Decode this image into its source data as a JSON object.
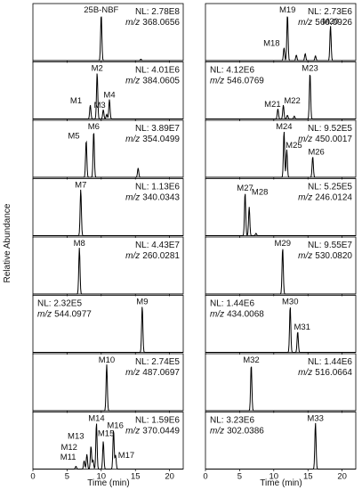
{
  "figure": {
    "ylabel": "Relative Abundance",
    "xlabel": "Time (min)",
    "x_ticks": [
      0,
      5,
      10,
      15,
      20
    ]
  },
  "chart_data": [
    {
      "type": "line",
      "column": "left",
      "row": 0,
      "nl": "NL: 2.78E8",
      "mz_prefix": "m/z",
      "mz": "368.0656",
      "xlim": [
        0,
        22
      ],
      "peaks": [
        {
          "label": "25B-NBF",
          "rt": 10.0,
          "h": 1.0
        }
      ],
      "baseline_bumps": [
        {
          "rt": 15.8,
          "h": 0.03
        }
      ]
    },
    {
      "type": "line",
      "column": "left",
      "row": 1,
      "nl": "NL: 4.01E6",
      "mz_prefix": "m/z",
      "mz": "384.0605",
      "xlim": [
        0,
        22
      ],
      "peaks": [
        {
          "label": "M1",
          "rt": 8.4,
          "h": 0.3
        },
        {
          "label": "M2",
          "rt": 9.4,
          "h": 1.0
        },
        {
          "label": "M3",
          "rt": 10.3,
          "h": 0.2
        },
        {
          "label": "M4",
          "rt": 11.2,
          "h": 0.42
        }
      ],
      "baseline_bumps": [
        {
          "rt": 10.8,
          "h": 0.1
        }
      ]
    },
    {
      "type": "line",
      "column": "left",
      "row": 2,
      "nl": "NL: 3.89E7",
      "mz_prefix": "m/z",
      "mz": "354.0499",
      "xlim": [
        0,
        22
      ],
      "peaks": [
        {
          "label": "M5",
          "rt": 7.8,
          "h": 0.8
        },
        {
          "label": "M6",
          "rt": 8.9,
          "h": 1.0
        }
      ],
      "baseline_bumps": [
        {
          "rt": 15.4,
          "h": 0.2
        }
      ]
    },
    {
      "type": "line",
      "column": "left",
      "row": 3,
      "nl": "NL: 1.13E6",
      "mz_prefix": "m/z",
      "mz": "340.0343",
      "xlim": [
        0,
        22
      ],
      "peaks": [
        {
          "label": "M7",
          "rt": 7.0,
          "h": 1.0
        }
      ],
      "baseline_bumps": []
    },
    {
      "type": "line",
      "column": "left",
      "row": 4,
      "nl": "NL: 4.43E7",
      "mz_prefix": "m/z",
      "mz": "260.0281",
      "xlim": [
        0,
        22
      ],
      "peaks": [
        {
          "label": "M8",
          "rt": 6.8,
          "h": 1.0
        }
      ],
      "baseline_bumps": []
    },
    {
      "type": "line",
      "column": "left",
      "row": 5,
      "nl": "NL: 2.32E5",
      "mz_prefix": "m/z",
      "mz": "544.0977",
      "xlim": [
        0,
        22
      ],
      "peaks": [
        {
          "label": "M9",
          "rt": 16.0,
          "h": 1.0
        }
      ],
      "baseline_bumps": []
    },
    {
      "type": "line",
      "column": "left",
      "row": 6,
      "nl": "NL: 2.74E5",
      "mz_prefix": "m/z",
      "mz": "487.0697",
      "xlim": [
        0,
        22
      ],
      "peaks": [
        {
          "label": "M10",
          "rt": 10.8,
          "h": 1.0
        }
      ],
      "baseline_bumps": []
    },
    {
      "type": "line",
      "column": "left",
      "row": 7,
      "nl": "NL: 1.59E6",
      "mz_prefix": "m/z",
      "mz": "370.0449",
      "xlim": [
        0,
        22
      ],
      "peaks": [
        {
          "label": "M11",
          "rt": 7.5,
          "h": 0.18
        },
        {
          "label": "M12",
          "rt": 7.9,
          "h": 0.32
        },
        {
          "label": "M13",
          "rt": 8.5,
          "h": 0.5
        },
        {
          "label": "M14",
          "rt": 9.3,
          "h": 1.0
        },
        {
          "label": "M15",
          "rt": 10.3,
          "h": 0.6
        },
        {
          "label": "M16",
          "rt": 11.8,
          "h": 0.85
        },
        {
          "label": "M17",
          "rt": 12.1,
          "h": 0.3
        }
      ],
      "baseline_bumps": [
        {
          "rt": 6.3,
          "h": 0.06
        },
        {
          "rt": 8.8,
          "h": 0.2
        }
      ]
    },
    {
      "type": "line",
      "column": "right",
      "row": 0,
      "nl": "NL: 2.73E6",
      "mz_prefix": "m/z",
      "mz": "560.0926",
      "xlim": [
        0,
        22
      ],
      "peaks": [
        {
          "label": "M18",
          "rt": 11.5,
          "h": 0.28
        },
        {
          "label": "M19",
          "rt": 12.0,
          "h": 1.0
        },
        {
          "label": "M20",
          "rt": 18.3,
          "h": 0.75
        }
      ],
      "baseline_bumps": [
        {
          "rt": 13.3,
          "h": 0.12
        },
        {
          "rt": 14.6,
          "h": 0.15
        },
        {
          "rt": 16.1,
          "h": 0.1
        }
      ]
    },
    {
      "type": "line",
      "column": "right",
      "row": 1,
      "nl": "NL: 4.12E6",
      "mz_prefix": "m/z",
      "mz": "546.0769",
      "xlim": [
        0,
        22
      ],
      "peaks": [
        {
          "label": "M21",
          "rt": 10.6,
          "h": 0.22
        },
        {
          "label": "M22",
          "rt": 11.4,
          "h": 0.3
        },
        {
          "label": "M23",
          "rt": 15.3,
          "h": 1.0
        }
      ],
      "baseline_bumps": [
        {
          "rt": 12.0,
          "h": 0.08
        },
        {
          "rt": 13.0,
          "h": 0.06
        }
      ]
    },
    {
      "type": "line",
      "column": "right",
      "row": 2,
      "nl": "NL: 9.52E5",
      "mz_prefix": "m/z",
      "mz": "450.0017",
      "xlim": [
        0,
        22
      ],
      "peaks": [
        {
          "label": "M24",
          "rt": 11.5,
          "h": 1.0
        },
        {
          "label": "M25",
          "rt": 11.9,
          "h": 0.6
        },
        {
          "label": "M26",
          "rt": 15.7,
          "h": 0.45
        }
      ],
      "baseline_bumps": []
    },
    {
      "type": "line",
      "column": "right",
      "row": 3,
      "nl": "NL: 5.25E5",
      "mz_prefix": "m/z",
      "mz": "246.0124",
      "xlim": [
        0,
        22
      ],
      "peaks": [
        {
          "label": "M27",
          "rt": 5.8,
          "h": 0.93
        },
        {
          "label": "M28",
          "rt": 6.4,
          "h": 0.62
        }
      ],
      "baseline_bumps": [
        {
          "rt": 7.4,
          "h": 0.05
        }
      ]
    },
    {
      "type": "line",
      "column": "right",
      "row": 4,
      "nl": "NL: 9.55E7",
      "mz_prefix": "m/z",
      "mz": "530.0820",
      "xlim": [
        0,
        22
      ],
      "peaks": [
        {
          "label": "M29",
          "rt": 11.3,
          "h": 1.0
        }
      ],
      "baseline_bumps": []
    },
    {
      "type": "line",
      "column": "right",
      "row": 5,
      "nl": "NL: 1.44E6",
      "mz_prefix": "m/z",
      "mz": "434.0068",
      "xlim": [
        0,
        22
      ],
      "peaks": [
        {
          "label": "M30",
          "rt": 12.4,
          "h": 1.0
        },
        {
          "label": "M31",
          "rt": 13.5,
          "h": 0.45
        }
      ],
      "baseline_bumps": []
    },
    {
      "type": "line",
      "column": "right",
      "row": 6,
      "nl": "NL: 1.44E6",
      "mz_prefix": "m/z",
      "mz": "516.0664",
      "xlim": [
        0,
        22
      ],
      "peaks": [
        {
          "label": "M32",
          "rt": 6.7,
          "h": 1.0
        }
      ],
      "baseline_bumps": []
    },
    {
      "type": "line",
      "column": "right",
      "row": 7,
      "nl": "NL: 3.23E6",
      "mz_prefix": "m/z",
      "mz": "302.0386",
      "xlim": [
        0,
        22
      ],
      "peaks": [
        {
          "label": "M33",
          "rt": 16.1,
          "h": 1.0
        }
      ],
      "baseline_bumps": []
    }
  ]
}
